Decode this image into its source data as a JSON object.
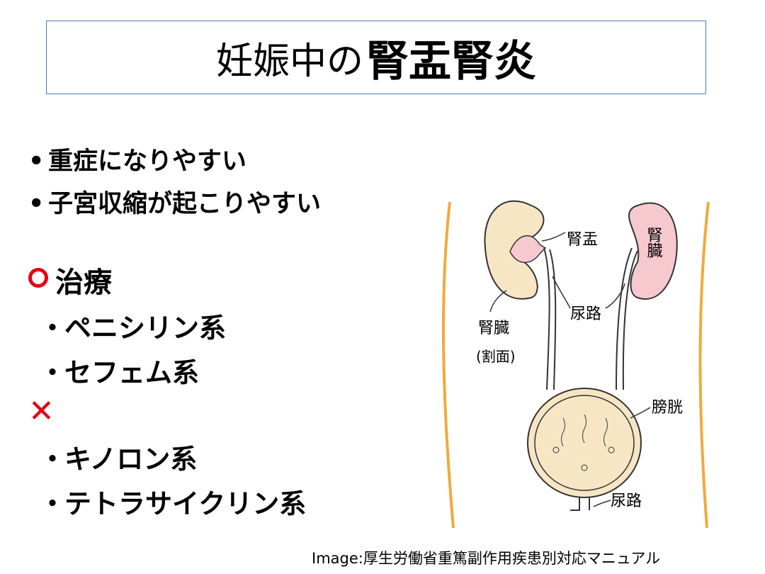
{
  "title": {
    "prefix": "妊娠中の",
    "main": "腎盂腎炎"
  },
  "bullets": [
    "重症になりやすい",
    "子宮収縮が起こりやすい"
  ],
  "bullet_marker": "•",
  "treatment": {
    "ok_heading": "治療",
    "ok_items": [
      "ペニシリン系",
      "セフェム系"
    ],
    "ng_mark": "✕",
    "ng_items": [
      "キノロン系",
      "テトラサイクリン系"
    ],
    "item_marker": "・"
  },
  "illustration": {
    "labels": {
      "pelvis": "腎盂",
      "kidney_right": "腎臓",
      "ureter": "尿路",
      "kidney_left": "腎臓",
      "kidney_left_sub": "(割面)",
      "bladder": "膀胱",
      "urethra": "尿路"
    },
    "colors": {
      "body_outline": "#f2a93b",
      "kidney": "#f6c9cf",
      "bladder": "#f7e6c4"
    }
  },
  "credit": "Image:厚生労働省重篤副作用疾患別対応マニュアル"
}
